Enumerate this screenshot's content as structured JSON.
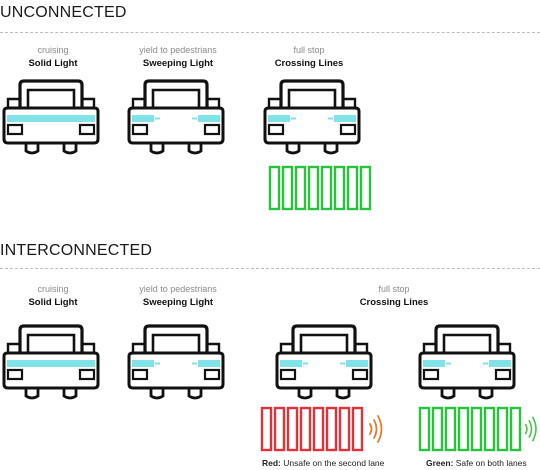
{
  "sections": [
    {
      "title": "UNCONNECTED",
      "modes": [
        {
          "sub": "cruising",
          "main": "Solid Light"
        },
        {
          "sub": "yield to pedestrians",
          "main": "Sweeping Light"
        },
        {
          "sub": "full stop",
          "main": "Crossing Lines"
        }
      ]
    },
    {
      "title": "INTERCONNECTED",
      "modes": [
        {
          "sub": "cruising",
          "main": "Solid Light"
        },
        {
          "sub": "yield to pedestrians",
          "main": "Sweeping Light"
        },
        {
          "sub": "full stop",
          "main": "Crossing Lines"
        }
      ]
    }
  ],
  "legend": {
    "red_label": "Red:",
    "red_text": " Unsafe on the second lane",
    "green_label": "Green:",
    "green_text": " Safe on both lanes"
  },
  "colors": {
    "light": "#7fe3e8",
    "green": "#26c43a",
    "red": "#e0323a",
    "wave_red": "#e07a2e",
    "wave_green": "#4fc24f",
    "outline": "#111111"
  }
}
